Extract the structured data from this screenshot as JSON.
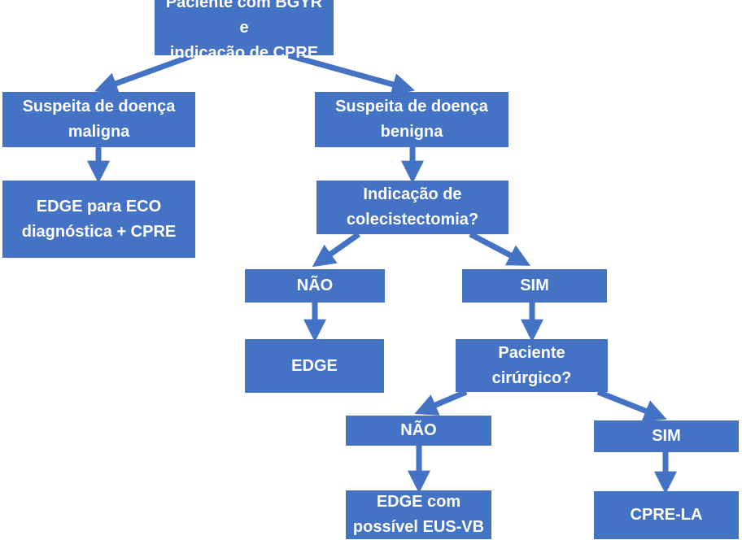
{
  "colors": {
    "box": "#4472C4",
    "arrow": "#4472C4",
    "text": "#ffffff"
  },
  "nodes": {
    "start": {
      "line1": "Paciente com BGYR e",
      "line2": "indicação de CPRE"
    },
    "maligna": {
      "line1": "Suspeita de doença",
      "line2": "maligna"
    },
    "benigna": {
      "line1": "Suspeita de doença",
      "line2": "benigna"
    },
    "edge_eco": {
      "line1": "EDGE para ECO",
      "line2": "diagnóstica + CPRE"
    },
    "colecistectomia": {
      "line1": "Indicação de",
      "line2": "colecistectomia?"
    },
    "nao1": {
      "line1": "NÃO"
    },
    "sim1": {
      "line1": "SIM"
    },
    "edge": {
      "line1": "EDGE"
    },
    "cirurgico": {
      "line1": "Paciente",
      "line2": "cirúrgico?"
    },
    "nao2": {
      "line1": "NÃO"
    },
    "sim2": {
      "line1": "SIM"
    },
    "edge_eus": {
      "line1": "EDGE com",
      "line2": "possível EUS-VB"
    },
    "cpre_la": {
      "line1": "CPRE-LA"
    }
  }
}
